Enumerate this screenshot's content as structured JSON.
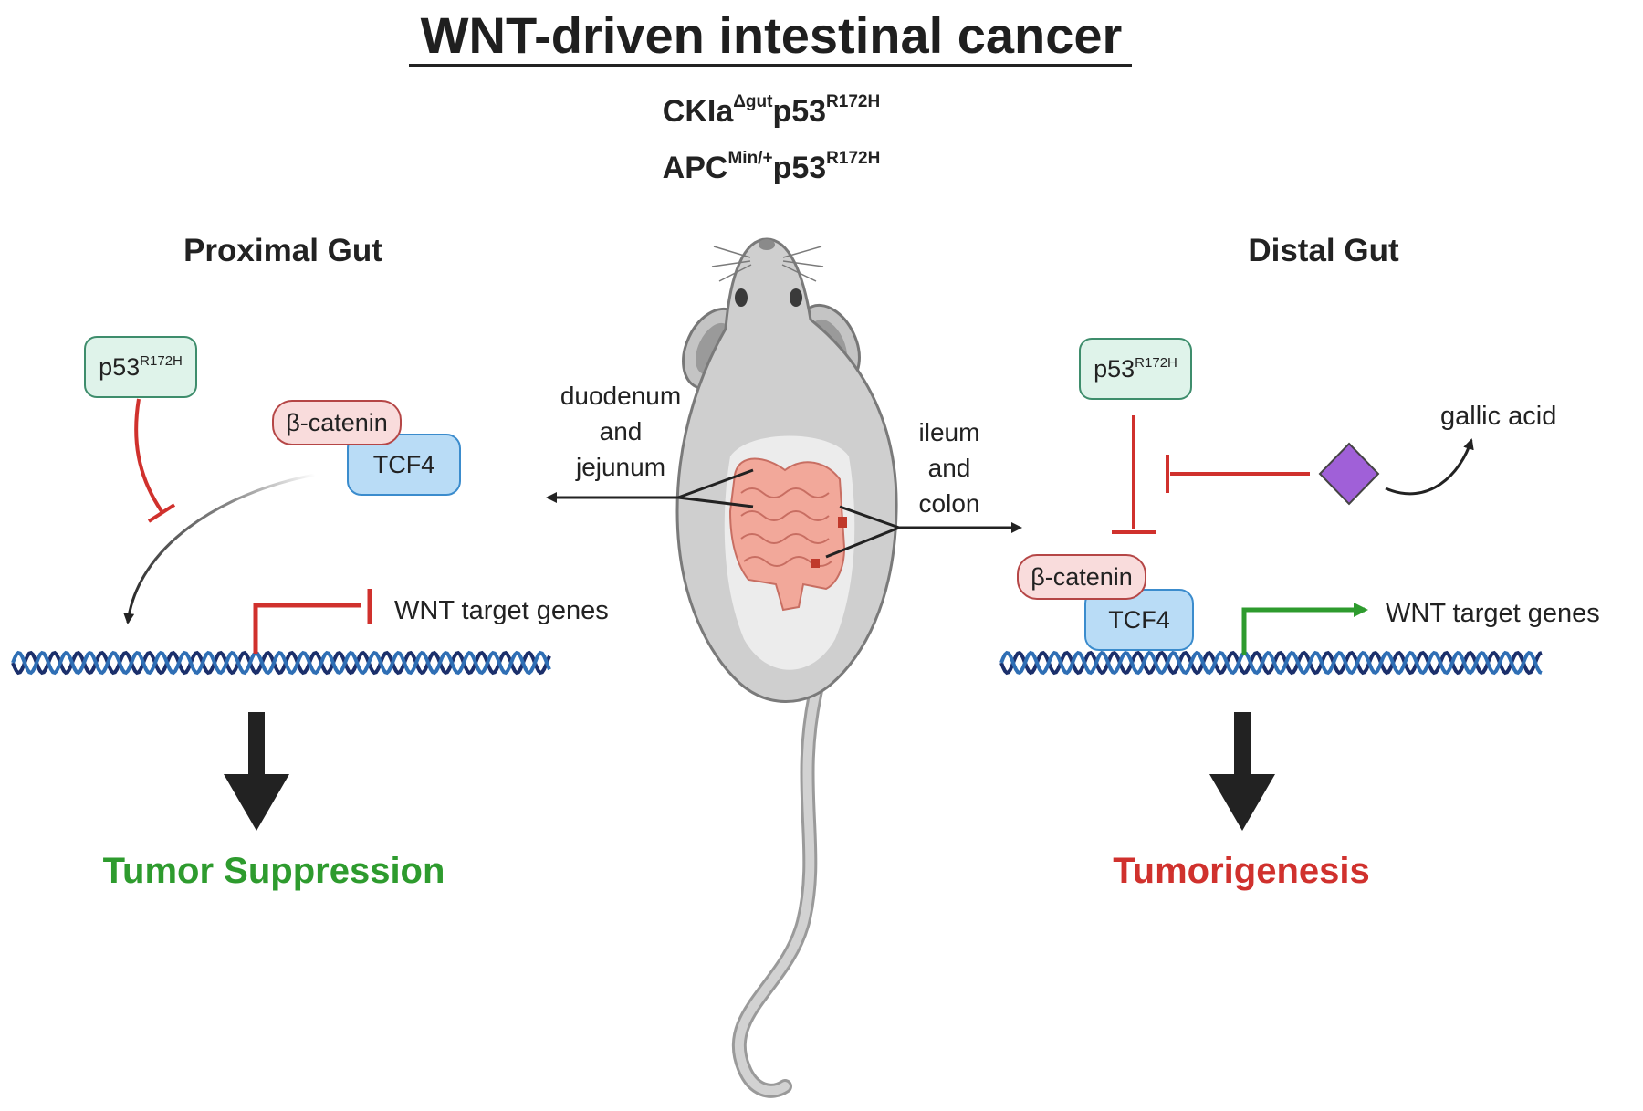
{
  "title": "WNT-driven intestinal cancer",
  "genotypes": [
    {
      "base": "CKIa",
      "sup1": "Δgut",
      "gene": "p53",
      "sup2": "R172H"
    },
    {
      "base": "APC",
      "sup1": "Min/+",
      "gene": "p53",
      "sup2": "R172H"
    }
  ],
  "proximal": {
    "title": "Proximal Gut",
    "p53": {
      "base": "p53",
      "sup": "R172H"
    },
    "bcatenin": "β-catenin",
    "tcf4": "TCF4",
    "target_genes": "WNT target genes",
    "outcome": "Tumor Suppression",
    "outcome_color": "#2e9b2e"
  },
  "distal": {
    "title": "Distal Gut",
    "p53": {
      "base": "p53",
      "sup": "R172H"
    },
    "bcatenin": "β-catenin",
    "tcf4": "TCF4",
    "target_genes": "WNT target genes",
    "compound": "gallic acid",
    "outcome": "Tumorigenesis",
    "outcome_color": "#d0312d"
  },
  "mouse_labels": {
    "left": [
      "duodenum",
      "and",
      "jejunum"
    ],
    "right": [
      "ileum",
      "and",
      "colon"
    ]
  },
  "colors": {
    "inhibit": "#d0312d",
    "activate": "#2e9b2e",
    "dna_dark": "#1b2f6b",
    "dna_light": "#2f6fb5",
    "compound": "#a060d8",
    "mouse": "#c9c9c9"
  },
  "icons": [
    "mouse-illustration",
    "intestine-illustration",
    "dna-helix-icon",
    "diamond-compound-icon"
  ]
}
